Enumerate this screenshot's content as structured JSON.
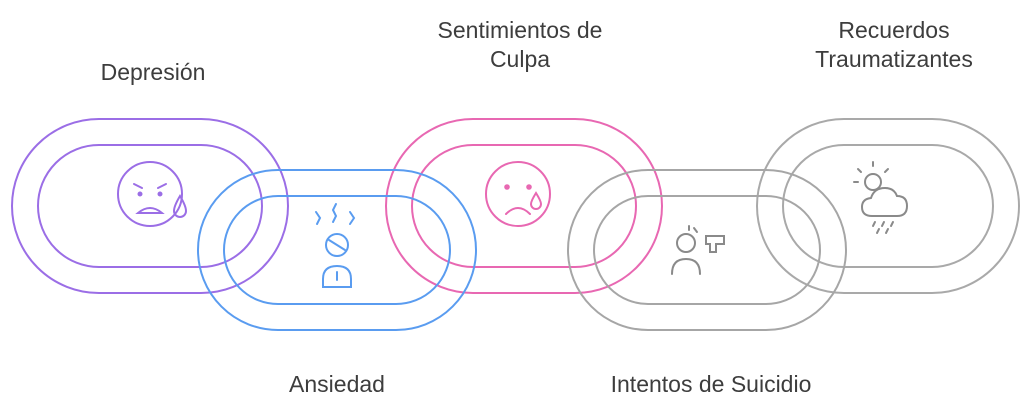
{
  "links": [
    {
      "id": "depresion",
      "label": "Depresión",
      "icon": "sad-sweat-face-icon",
      "color": "#9b6ee6"
    },
    {
      "id": "ansiedad",
      "label": "Ansiedad",
      "icon": "anxious-person-icon",
      "color": "#5a9cf0"
    },
    {
      "id": "culpa",
      "label": "Sentimientos de\nCulpa",
      "icon": "crying-face-icon",
      "color": "#e868b2"
    },
    {
      "id": "suicidio",
      "label": "Intentos de Suicidio",
      "icon": "person-gun-icon",
      "color": "#a6a6a6"
    },
    {
      "id": "traumas",
      "label": "Recuerdos\nTraumatizantes",
      "icon": "storm-cloud-icon",
      "color": "#a9a9a9"
    }
  ]
}
